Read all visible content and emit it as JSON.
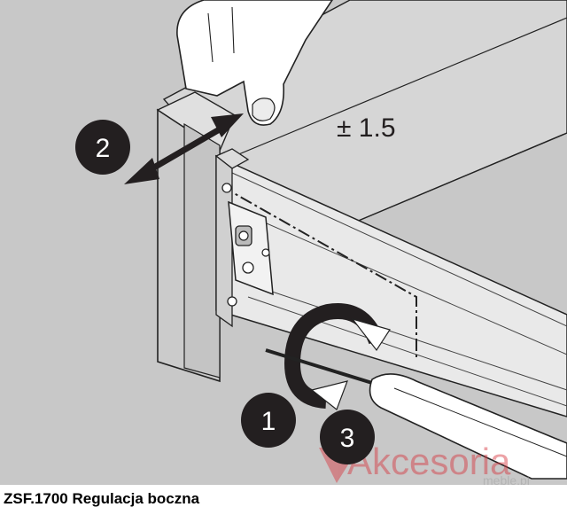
{
  "diagram": {
    "tolerance_label": "± 1.5",
    "steps": [
      {
        "number": "1",
        "meaning": "screwdriver"
      },
      {
        "number": "2",
        "meaning": "side movement"
      },
      {
        "number": "3",
        "meaning": "turn"
      }
    ],
    "colors": {
      "background": "#c8c8c8",
      "drawer": "#d7d7d7",
      "rail": "#e6e6e6",
      "badge_dark": "#231f20",
      "badge_red": "#a71c24",
      "watermark": "#d6323c",
      "watermark_gray": "#b0b0b0"
    }
  },
  "watermark": {
    "brand": "Akcesoria",
    "sub": "meble.pl"
  },
  "caption": "ZSF.1700 Regulacja boczna"
}
